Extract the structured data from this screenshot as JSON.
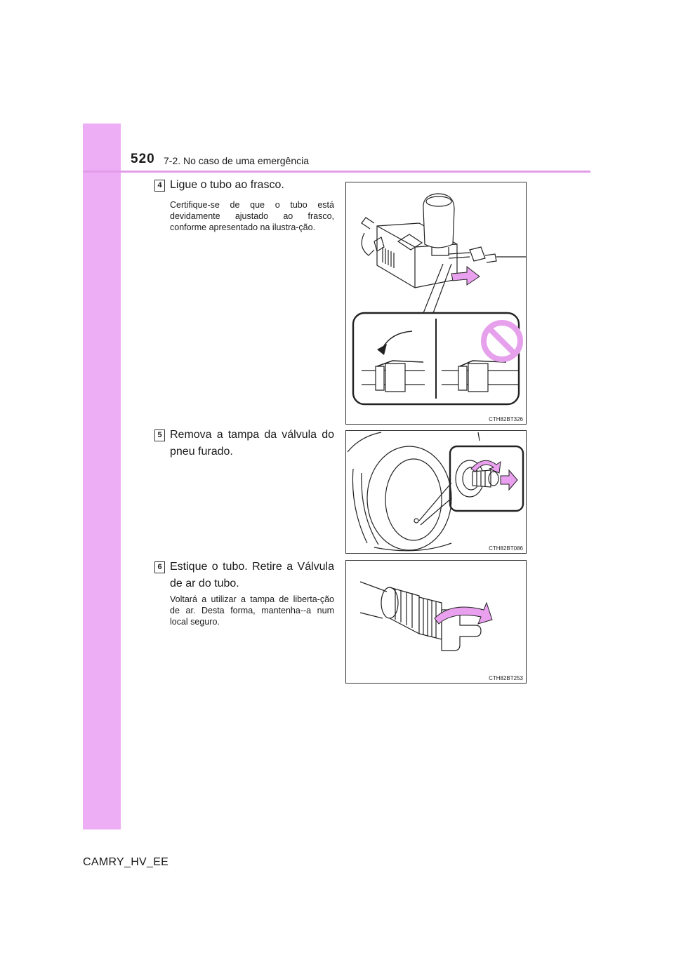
{
  "header": {
    "page_number": "520",
    "section": "7-2. No caso de uma emergência"
  },
  "steps": [
    {
      "badge": "4",
      "title": "Ligue o tubo ao frasco.",
      "note": "Certifique-se de que o tubo está devidamente ajustado ao frasco, conforme apresentado na ilustra-ção.",
      "figure_code": "CTH82BT326"
    },
    {
      "badge": "5",
      "title": "Remova a tampa da válvula do pneu furado.",
      "figure_code": "CTH82BT086"
    },
    {
      "badge": "6",
      "title": "Estique o tubo. Retire a Válvula de ar do tubo.",
      "note": "Voltará a utilizar a tampa de liberta-ção de ar. Desta forma, mantenha--a num local seguro.",
      "figure_code": "CTH82BT253"
    }
  ],
  "footer": {
    "model_code": "CAMRY_HV_EE"
  },
  "colors": {
    "sidebar": "#eeaef5",
    "rule": "#e29de9",
    "arrow": "#e9a0ee",
    "prohibited": "#e6a0ec"
  }
}
